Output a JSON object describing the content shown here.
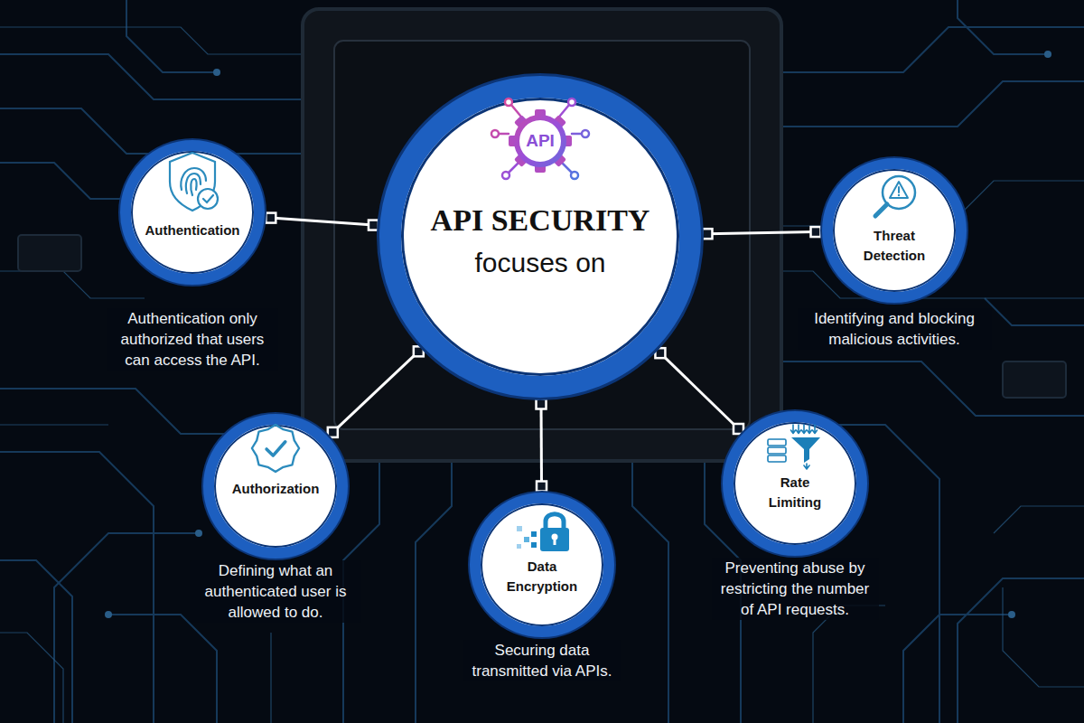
{
  "diagram": {
    "nodes": [
      {
        "text": [
          "API SECURITY",
          "focuses on"
        ]
      },
      {
        "text": [
          "Authentication",
          "Authentication only authorized that users can access the API."
        ]
      },
      {
        "text": [
          "Authorization",
          "Defining what an authenticated user is allowed to do."
        ]
      },
      {
        "text": [
          "Data Encryption",
          "Securing data transmitted via APIs."
        ]
      },
      {
        "text": [
          "Rate Limiting",
          "Preventing abuse by restricting the number of API requests."
        ]
      },
      {
        "text": [
          "Threat Detection",
          "Identifying and blocking malicious activities."
        ]
      }
    ],
    "edges": [
      {
        "from": 0,
        "to": 1,
        "arrow": "none"
      },
      {
        "from": 0,
        "to": 2,
        "arrow": "none"
      },
      {
        "from": 0,
        "to": 3,
        "arrow": "none"
      },
      {
        "from": 0,
        "to": 4,
        "arrow": "none"
      },
      {
        "from": 0,
        "to": 5,
        "arrow": "none"
      }
    ],
    "labels": [
      "API"
    ]
  }
}
